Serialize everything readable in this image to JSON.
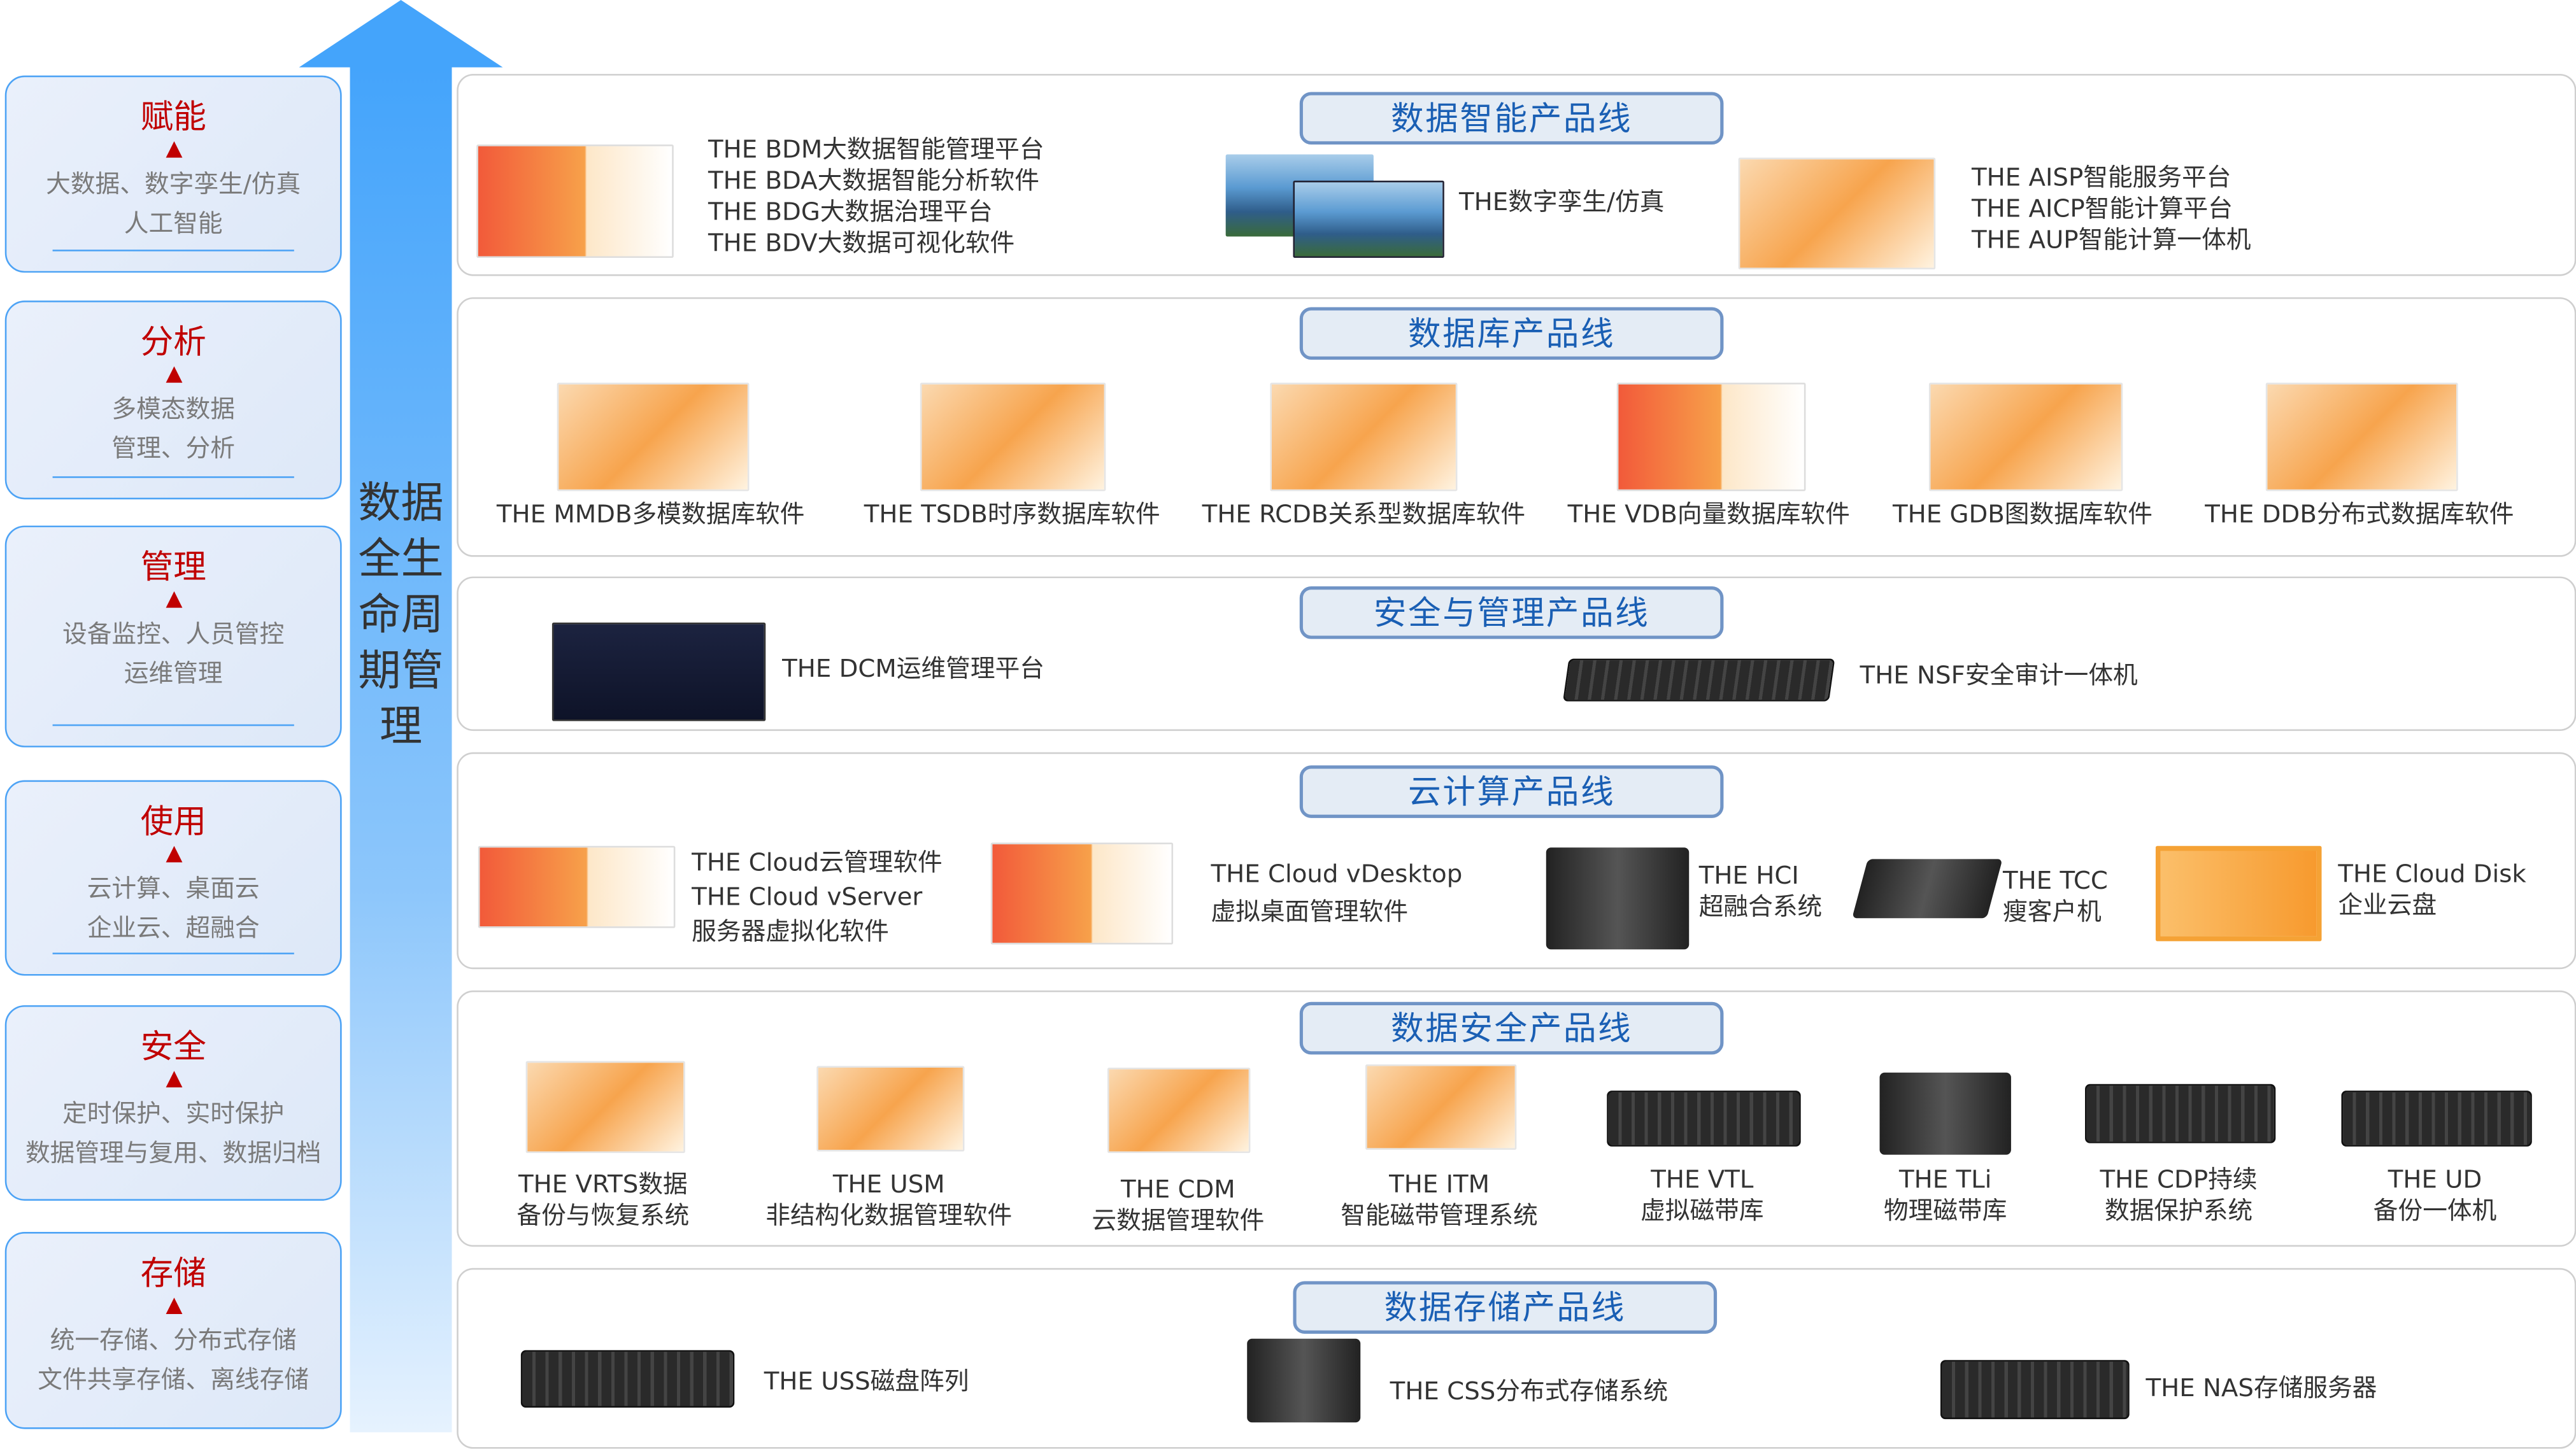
{
  "lifecycle_label": "数据全生命周期管理",
  "left_stages": [
    {
      "title": "赋能",
      "lines": [
        "大数据、数字孪生/仿真",
        "人工智能"
      ]
    },
    {
      "title": "分析",
      "lines": [
        "多模态数据",
        "管理、分析"
      ]
    },
    {
      "title": "管理",
      "lines": [
        "设备监控、人员管控",
        "运维管理"
      ]
    },
    {
      "title": "使用",
      "lines": [
        "云计算、桌面云",
        "企业云、超融合"
      ]
    },
    {
      "title": "安全",
      "lines": [
        "定时保护、实时保护",
        "数据管理与复用、数据归档"
      ]
    },
    {
      "title": "存储",
      "lines": [
        "统一存储、分布式存储",
        "文件共享存储、离线存储"
      ]
    }
  ],
  "panels": [
    {
      "title": "数据智能产品线",
      "items": [
        {
          "lines": [
            "THE BDM大数据智能管理平台",
            "THE BDA大数据智能分析软件",
            "THE BDG大数据治理平台",
            "THE BDV大数据可视化软件"
          ]
        },
        {
          "lines": [
            "THE数字孪生/仿真"
          ]
        },
        {
          "lines": [
            "THE AISP智能服务平台",
            "THE AICP智能计算平台",
            "THE AUP智能计算一体机"
          ]
        }
      ]
    },
    {
      "title": "数据库产品线",
      "items": [
        {
          "lines": [
            "THE MMDB多模数据库软件"
          ]
        },
        {
          "lines": [
            "THE TSDB时序数据库软件"
          ]
        },
        {
          "lines": [
            "THE RCDB关系型数据库软件"
          ]
        },
        {
          "lines": [
            "THE VDB向量数据库软件"
          ]
        },
        {
          "lines": [
            "THE GDB图数据库软件"
          ]
        },
        {
          "lines": [
            "THE DDB分布式数据库软件"
          ]
        }
      ]
    },
    {
      "title": "安全与管理产品线",
      "items": [
        {
          "lines": [
            "THE DCM运维管理平台"
          ]
        },
        {
          "lines": [
            "THE NSF安全审计一体机"
          ]
        }
      ]
    },
    {
      "title": "云计算产品线",
      "items": [
        {
          "lines": [
            "THE Cloud云管理软件",
            "THE Cloud vServer",
            "服务器虚拟化软件"
          ]
        },
        {
          "lines": [
            "THE Cloud vDesktop",
            "虚拟桌面管理软件"
          ]
        },
        {
          "lines": [
            "THE HCI",
            "超融合系统"
          ]
        },
        {
          "lines": [
            "THE TCC",
            "瘦客户机"
          ]
        },
        {
          "lines": [
            "THE Cloud Disk",
            "企业云盘"
          ]
        }
      ]
    },
    {
      "title": "数据安全产品线",
      "items": [
        {
          "lines": [
            "THE VRTS数据",
            "备份与恢复系统"
          ]
        },
        {
          "lines": [
            "THE USM",
            "非结构化数据管理软件"
          ]
        },
        {
          "lines": [
            "THE CDM",
            "云数据管理软件"
          ]
        },
        {
          "lines": [
            "THE ITM",
            "智能磁带管理系统"
          ]
        },
        {
          "lines": [
            "THE VTL",
            "虚拟磁带库"
          ]
        },
        {
          "lines": [
            "THE TLi",
            "物理磁带库"
          ]
        },
        {
          "lines": [
            "THE CDP持续",
            "数据保护系统"
          ]
        },
        {
          "lines": [
            "THE UD",
            "备份一体机"
          ]
        }
      ]
    },
    {
      "title": "数据存储产品线",
      "items": [
        {
          "lines": [
            "THE USS磁盘阵列"
          ]
        },
        {
          "lines": [
            "THE CSS分布式存储系统"
          ]
        },
        {
          "lines": [
            "THE NAS存储服务器"
          ]
        }
      ]
    }
  ]
}
